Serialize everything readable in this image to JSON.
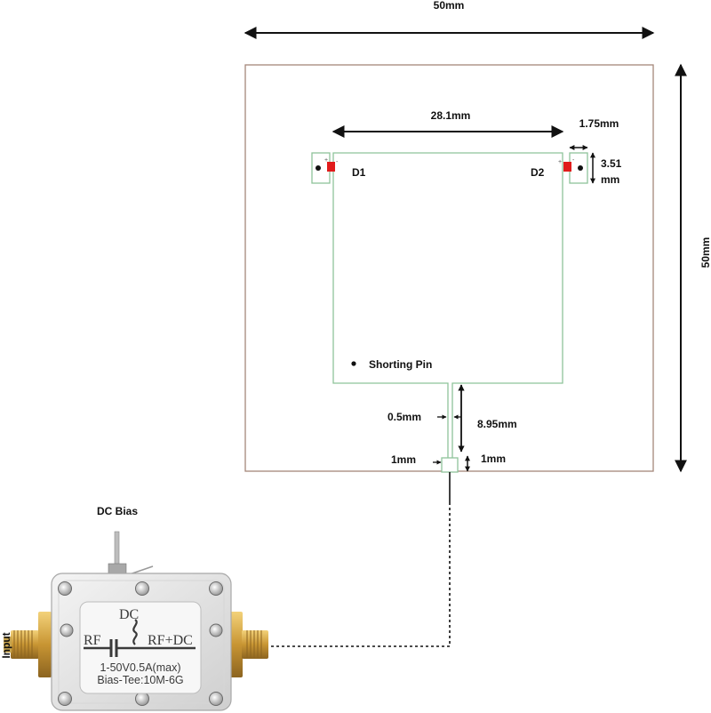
{
  "diagram": {
    "labels": {
      "board_width": "50mm",
      "board_height": "50mm",
      "patch_width": "28.1mm",
      "diode_pad_width": "1.75mm",
      "diode_pad_height_1": "3.51",
      "diode_pad_height_2": "mm",
      "diode_left": "D1",
      "diode_right": "D2",
      "shorting_pin": "Shorting Pin",
      "feed_line_width": "0.5mm",
      "feed_line_length": "8.95mm",
      "feed_pad_width": "1mm",
      "feed_pad_height": "1mm",
      "dc_bias": "DC Bias",
      "input": "Input"
    },
    "bias_tee": {
      "dc": "DC",
      "rf": "RF",
      "rf_dc": "RF+DC",
      "rating": "1-50V0.5A(max)",
      "model": "Bias-Tee:10M-6G"
    },
    "colors": {
      "board_outline": "#a5877a",
      "copper_outline": "#8ec49a",
      "diode": "#e11b1b",
      "arrow": "#111111",
      "box_body": "#e4e4e4",
      "connector_gold": "#d4a43a"
    }
  }
}
